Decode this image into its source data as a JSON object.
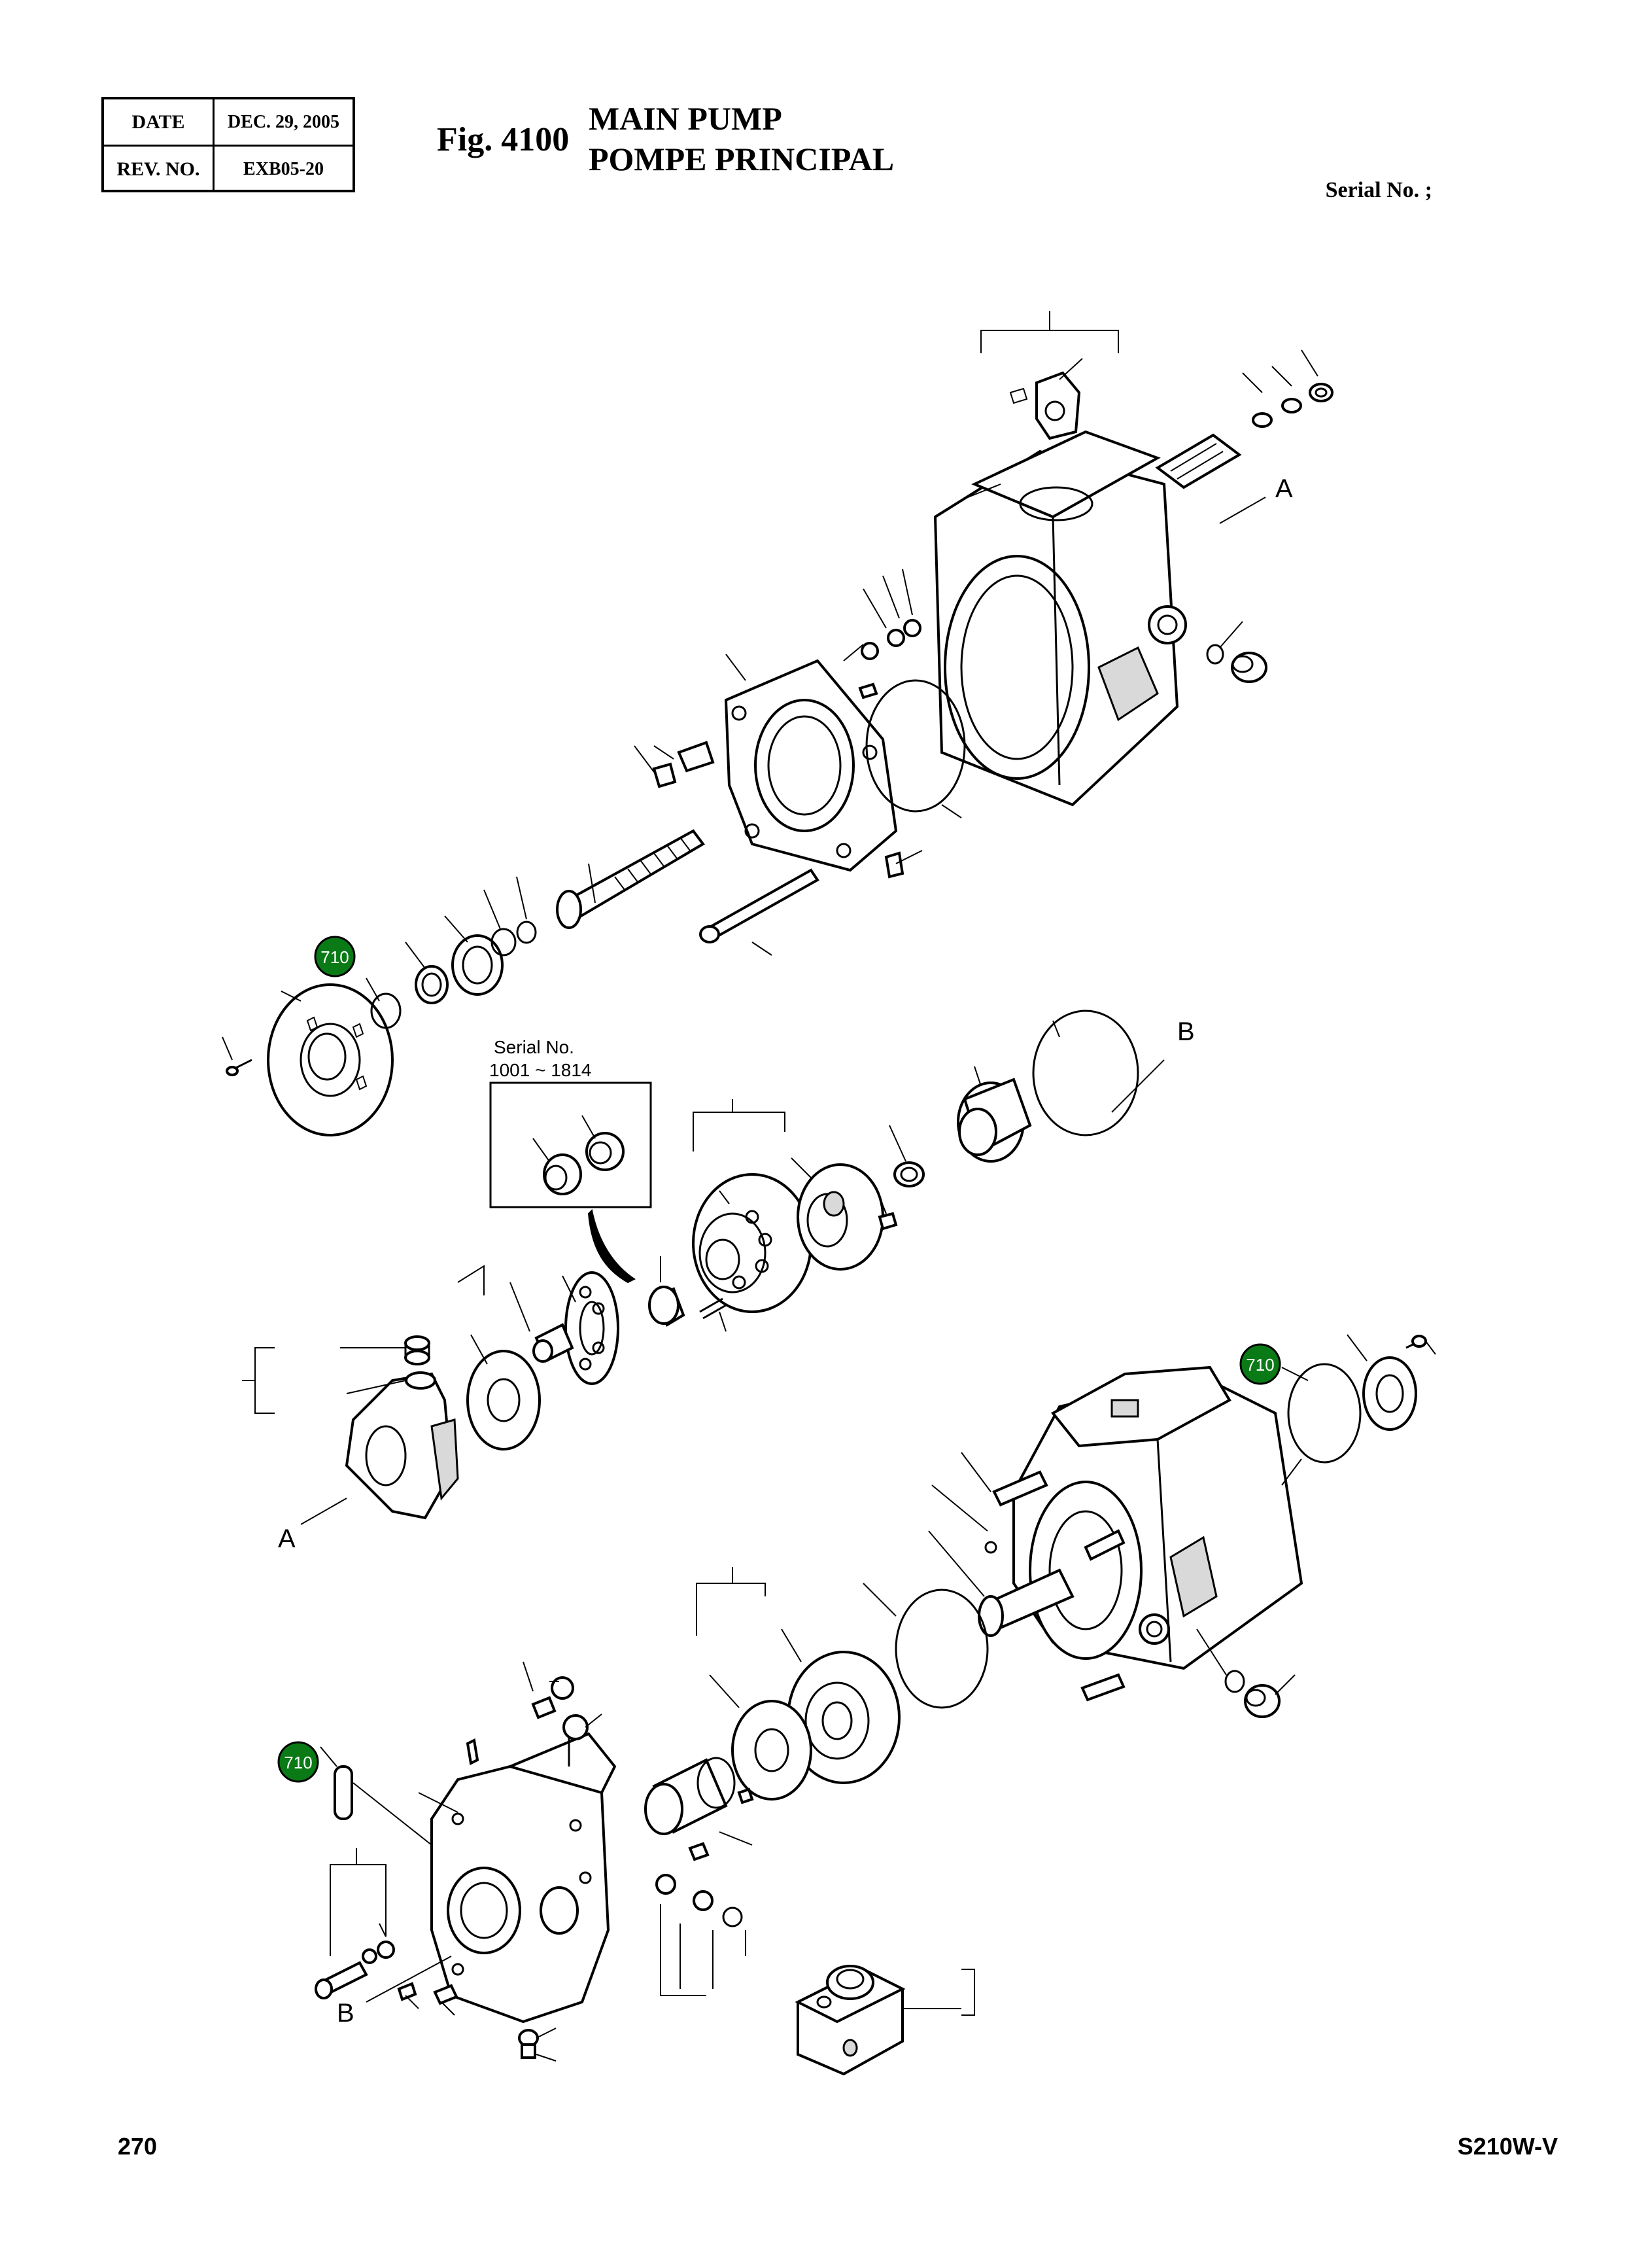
{
  "header": {
    "date_label": "DATE",
    "date_value": "DEC. 29, 2005",
    "rev_label": "REV. NO.",
    "rev_value": "EXB05-20"
  },
  "figure": {
    "number": "Fig. 4100",
    "title_en": "MAIN PUMP",
    "title_fr": "POMPE PRINCIPAL",
    "serial": "Serial No. ;"
  },
  "callouts": {
    "ref_a": "A",
    "ref_b": "B",
    "badge_value": "710",
    "inset_serial_label": "Serial No.",
    "inset_serial_range": "1001 ~ 1814"
  },
  "colors": {
    "badge": "#0a7a16",
    "badge_text": "#ffffff"
  },
  "footer": {
    "page": "270",
    "model": "S210W-V"
  }
}
